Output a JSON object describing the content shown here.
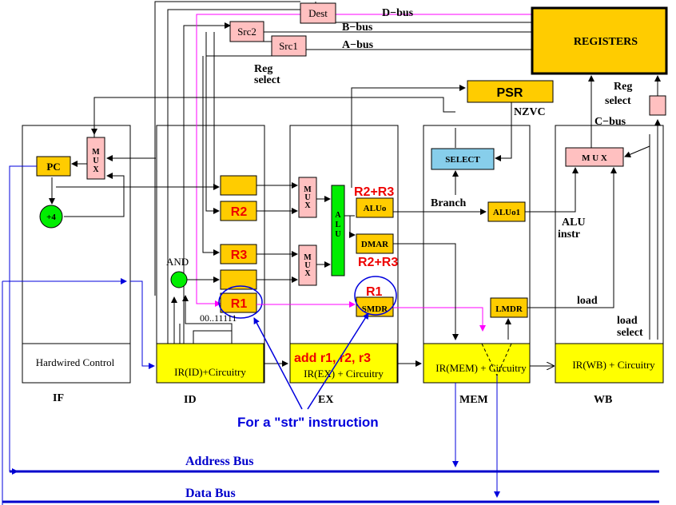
{
  "colors": {
    "register_yellow": "#ffcc00",
    "pink": "#ffc0c0",
    "green": "#00ee00",
    "light_yellow": "#ffff00",
    "select_blue": "#87ceeb",
    "bus_blue": "#0000cc",
    "annotation_red": "#ee0000",
    "annotation_blue": "#0000dd",
    "magenta": "#ff00ff"
  },
  "registers": {
    "title": "REGISTERS",
    "dest": "Dest",
    "src2": "Src2",
    "src1": "Src1",
    "d_bus": "D−bus",
    "b_bus": "B−bus",
    "a_bus": "A−bus",
    "reg_select_left": "Reg\nselect",
    "reg_select_right": "Reg\nselect",
    "c_bus": "C−bus"
  },
  "psr": {
    "label": "PSR",
    "nzvc": "NZVC"
  },
  "if_stage": {
    "pc": "PC",
    "mux": "M\nU\nX",
    "plus4": "+4",
    "hardwired": "Hardwired Control",
    "label": "IF"
  },
  "id_stage": {
    "r2": "R2",
    "r3": "R3",
    "r1": "R1",
    "and": "AND",
    "ones": "00..11111",
    "ir": "IR(ID)+Circuitry",
    "label": "ID"
  },
  "ex_stage": {
    "mux": "M\nU\nX",
    "alu": "A\nL\nU",
    "aluo": "ALUo",
    "dmar": "DMAR",
    "smdr": "SMDR",
    "r2_plus_r3_top": "R2+R3",
    "r2_plus_r3_bottom": "R2+R3",
    "r1_circle": "R1",
    "add_instr": "add r1, r2, r3",
    "ir": "IR(EX) + Circuitry",
    "label": "EX"
  },
  "mem_stage": {
    "select": "SELECT",
    "branch": "Branch",
    "aluo1": "ALUo1",
    "lmdr": "LMDR",
    "ir": "IR(MEM) + Circuitry",
    "label": "MEM"
  },
  "wb_stage": {
    "mux": "M U X",
    "alu_instr": "ALU\ninstr",
    "load": "load",
    "load_select": "load\nselect",
    "ir": "IR(WB) + Circuitry",
    "label": "WB"
  },
  "buses": {
    "address": "Address Bus",
    "data": "Data Bus"
  },
  "annotation": "For a \"str\" instruction"
}
